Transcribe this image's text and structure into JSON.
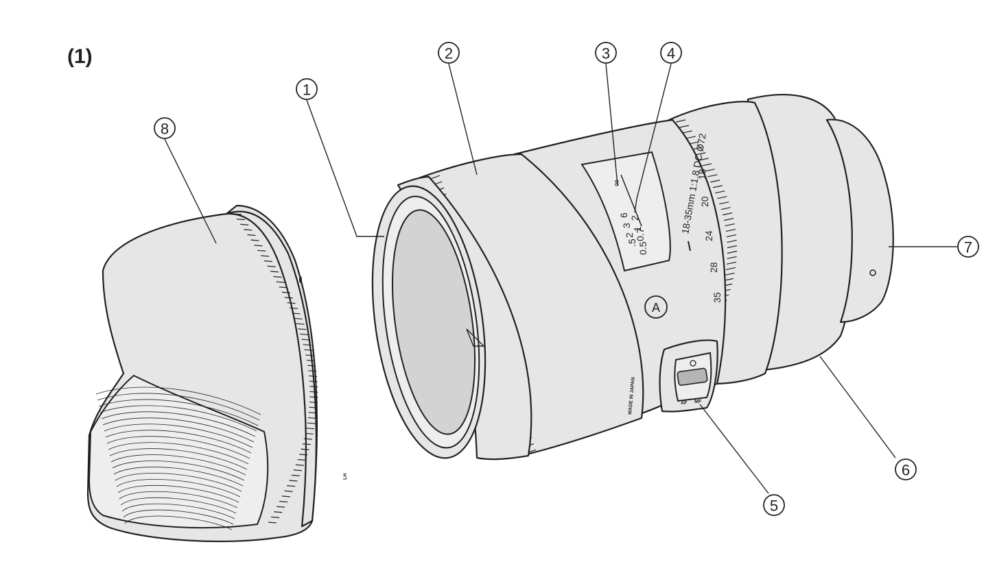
{
  "figure_label": "(1)",
  "callouts": [
    {
      "id": "1",
      "text": "①"
    },
    {
      "id": "2",
      "text": "②"
    },
    {
      "id": "3",
      "text": "③"
    },
    {
      "id": "4",
      "text": "④"
    },
    {
      "id": "5",
      "text": "⑤"
    },
    {
      "id": "6",
      "text": "⑥"
    },
    {
      "id": "7",
      "text": "⑦"
    },
    {
      "id": "8",
      "text": "⑧"
    }
  ],
  "lens": {
    "model_text": "18-35mm 1:1.8 DC Ø72",
    "zoom_scale": [
      "18",
      "20",
      "24",
      "28",
      "35"
    ],
    "focus_scale_ft": [
      ".5",
      "2",
      "3",
      "6",
      "∞"
    ],
    "focus_scale_m": [
      "0.5",
      "0.7",
      "1",
      "2"
    ],
    "series_badge": "A",
    "origin_text": "MADE IN JAPAN",
    "switch_labels": [
      "AF",
      "MF"
    ]
  },
  "colors": {
    "line": "#231f20",
    "body": "#e6e6e6",
    "glass": "#d3d3d3"
  }
}
